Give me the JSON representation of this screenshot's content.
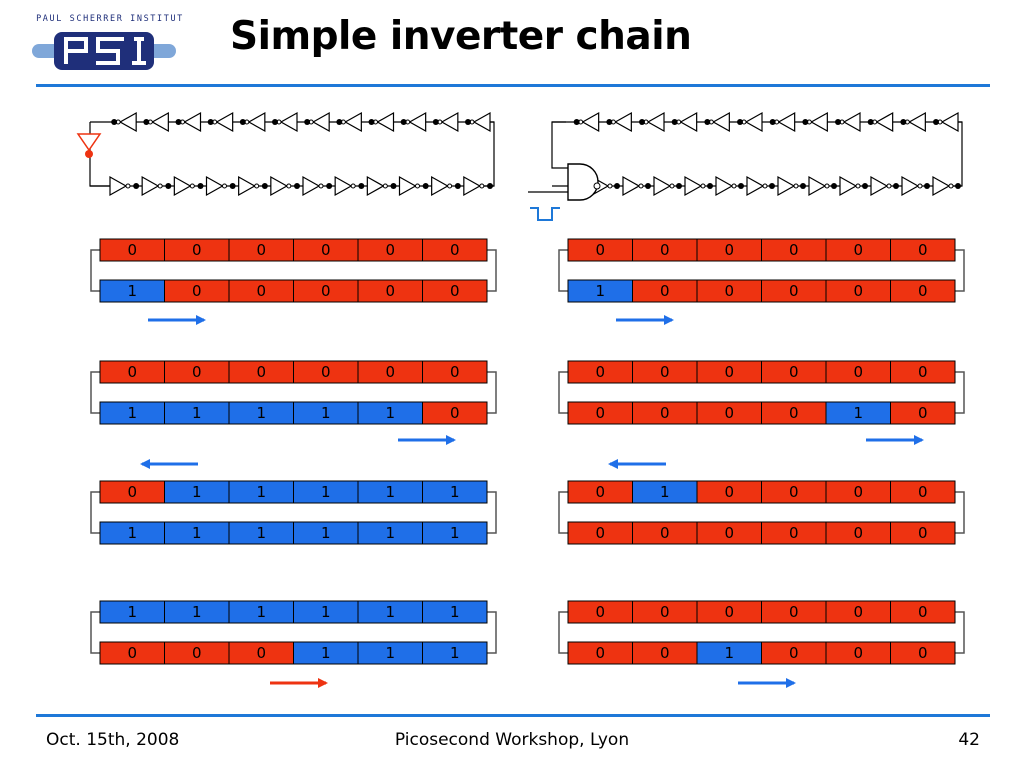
{
  "logo": {
    "institute": "PAUL SCHERRER INSTITUT",
    "mark": "PSI"
  },
  "title": "Simple inverter chain",
  "footer": {
    "date": "Oct. 15th, 2008",
    "event": "Picosecond Workshop, Lyon",
    "page": "42"
  },
  "colors": {
    "zero": "#ee3311",
    "one": "#1f6fe8",
    "accent": "#1e78d8",
    "arrow_blue": "#1f6fe8",
    "arrow_red": "#ee3311"
  },
  "panels": [
    {
      "side": "left",
      "rows": [
        {
          "top": [
            "0",
            "0",
            "0",
            "0",
            "0",
            "0"
          ],
          "bottom": [
            "1",
            "0",
            "0",
            "0",
            "0",
            "0"
          ],
          "arrow": "right-blue"
        },
        {
          "top": [
            "0",
            "0",
            "0",
            "0",
            "0",
            "0"
          ],
          "bottom": [
            "1",
            "1",
            "1",
            "1",
            "1",
            "0"
          ],
          "arrow": "right-blue"
        },
        {
          "top": [
            "0",
            "1",
            "1",
            "1",
            "1",
            "1"
          ],
          "bottom": [
            "1",
            "1",
            "1",
            "1",
            "1",
            "1"
          ],
          "arrow": "left-blue"
        },
        {
          "top": [
            "1",
            "1",
            "1",
            "1",
            "1",
            "1"
          ],
          "bottom": [
            "0",
            "0",
            "0",
            "1",
            "1",
            "1"
          ],
          "arrow": "right-red"
        }
      ]
    },
    {
      "side": "right",
      "rows": [
        {
          "top": [
            "0",
            "0",
            "0",
            "0",
            "0",
            "0"
          ],
          "bottom": [
            "1",
            "0",
            "0",
            "0",
            "0",
            "0"
          ],
          "arrow": "right-blue"
        },
        {
          "top": [
            "0",
            "0",
            "0",
            "0",
            "0",
            "0"
          ],
          "bottom": [
            "0",
            "0",
            "0",
            "0",
            "1",
            "0"
          ],
          "arrow": "right-blue"
        },
        {
          "top": [
            "0",
            "1",
            "0",
            "0",
            "0",
            "0"
          ],
          "bottom": [
            "0",
            "0",
            "0",
            "0",
            "0",
            "0"
          ],
          "arrow": "left-blue"
        },
        {
          "top": [
            "0",
            "0",
            "0",
            "0",
            "0",
            "0"
          ],
          "bottom": [
            "0",
            "0",
            "1",
            "0",
            "0",
            "0"
          ],
          "arrow": "right-blue"
        }
      ]
    }
  ]
}
